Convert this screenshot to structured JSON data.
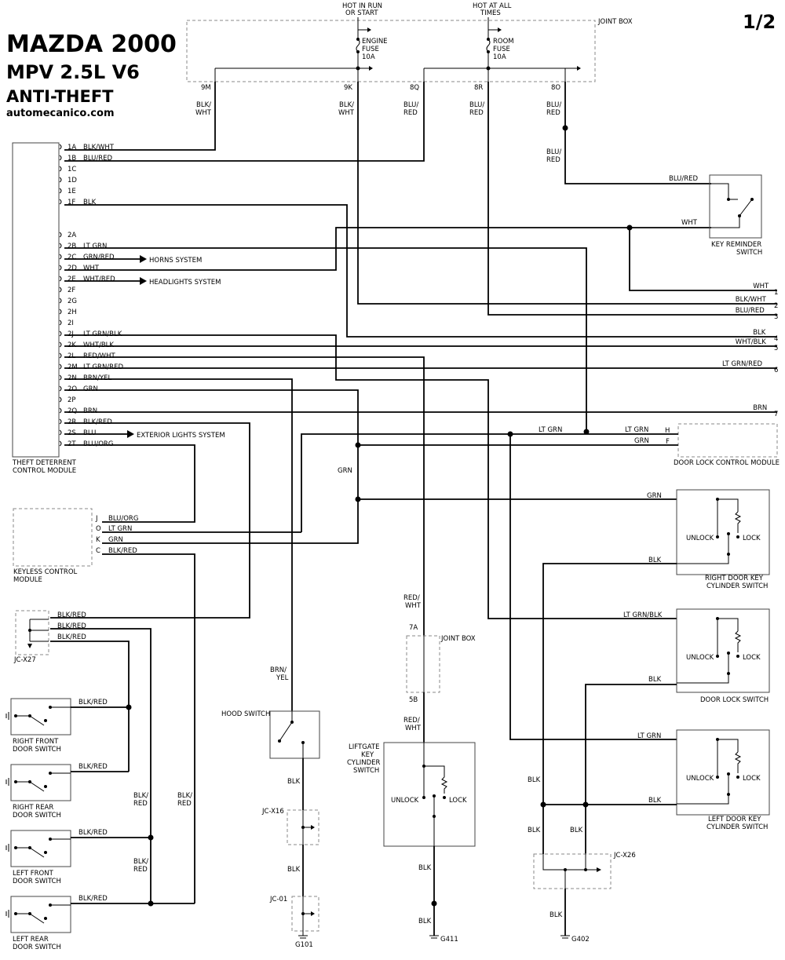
{
  "header": {
    "make": "MAZDA 2000",
    "model": "MPV 2.5L V6",
    "system": "ANTI-THEFT",
    "site": "automecanico.com",
    "page": "1/2"
  },
  "power": {
    "hot_run": [
      "HOT IN RUN",
      "OR START"
    ],
    "hot_all": [
      "HOT AT ALL",
      "TIMES"
    ],
    "joint_box": "JOINT BOX",
    "engine_fuse": [
      "ENGINE",
      "FUSE",
      "10A"
    ],
    "room_fuse": [
      "ROOM",
      "FUSE",
      "10A"
    ],
    "pins": [
      "9M",
      "9K",
      "8Q",
      "8R",
      "8O"
    ],
    "pin_wires": [
      [
        "BLK/",
        "WHT"
      ],
      [
        "BLK/",
        "WHT"
      ],
      [
        "BLU/",
        "RED"
      ],
      [
        "BLU/",
        "RED"
      ],
      [
        "BLU/",
        "RED"
      ]
    ],
    "blu_red_mid": [
      "BLU/",
      "RED"
    ]
  },
  "tdcm": {
    "label": [
      "THEFT DETERRENT",
      "CONTROL MODULE"
    ],
    "pins": [
      {
        "pin": "1A",
        "wire": "BLK/WHT"
      },
      {
        "pin": "1B",
        "wire": "BLU/RED"
      },
      {
        "pin": "1C",
        "wire": ""
      },
      {
        "pin": "1D",
        "wire": ""
      },
      {
        "pin": "1E",
        "wire": ""
      },
      {
        "pin": "1F",
        "wire": "BLK"
      },
      {
        "pin": "2A",
        "wire": ""
      },
      {
        "pin": "2B",
        "wire": "LT GRN"
      },
      {
        "pin": "2C",
        "wire": "GRN/RED"
      },
      {
        "pin": "2D",
        "wire": "WHT"
      },
      {
        "pin": "2E",
        "wire": "WHT/RED"
      },
      {
        "pin": "2F",
        "wire": ""
      },
      {
        "pin": "2G",
        "wire": ""
      },
      {
        "pin": "2H",
        "wire": ""
      },
      {
        "pin": "2I",
        "wire": ""
      },
      {
        "pin": "2J",
        "wire": "LT GRN/BLK"
      },
      {
        "pin": "2K",
        "wire": "WHT/BLK"
      },
      {
        "pin": "2L",
        "wire": "RED/WHT"
      },
      {
        "pin": "2M",
        "wire": "LT GRN/RED"
      },
      {
        "pin": "2N",
        "wire": "BRN/YEL"
      },
      {
        "pin": "2O",
        "wire": "GRN"
      },
      {
        "pin": "2P",
        "wire": ""
      },
      {
        "pin": "2Q",
        "wire": "BRN"
      },
      {
        "pin": "2R",
        "wire": "BLK/RED"
      },
      {
        "pin": "2S",
        "wire": "BLU"
      },
      {
        "pin": "2T",
        "wire": "BLU/ORG"
      }
    ],
    "horns": "HORNS SYSTEM",
    "headlights": "HEADLIGHTS SYSTEM",
    "exterior": "EXTERIOR LIGHTS SYSTEM"
  },
  "key_reminder": {
    "label": [
      "KEY REMINDER",
      "SWITCH"
    ],
    "wire_top": "BLU/RED",
    "wire_bottom": "WHT"
  },
  "outputs": [
    {
      "wire": "WHT",
      "num": "1"
    },
    {
      "wire": "BLK/WHT",
      "num": "2"
    },
    {
      "wire": "BLU/RED",
      "num": "3"
    },
    {
      "wire": "BLK",
      "num": "4"
    },
    {
      "wire": "WHT/BLK",
      "num": "5"
    },
    {
      "wire": "LT GRN/RED",
      "num": "6"
    },
    {
      "wire": "BRN",
      "num": "7"
    }
  ],
  "door_lock_module": {
    "label": "DOOR LOCK CONTROL MODULE",
    "pin_h": "H",
    "pin_f": "F",
    "wire_h1": "LT GRN",
    "wire_h2": "LT GRN",
    "wire_f": "GRN"
  },
  "grn_label": "GRN",
  "keyless": {
    "label": [
      "KEYLESS CONTROL",
      "MODULE"
    ],
    "pins": [
      {
        "pin": "J",
        "wire": "BLU/ORG"
      },
      {
        "pin": "O",
        "wire": "LT GRN"
      },
      {
        "pin": "K",
        "wire": "GRN"
      },
      {
        "pin": "C",
        "wire": "BLK/RED"
      }
    ]
  },
  "jcx27": {
    "label": "JC-X27",
    "wires": [
      "BLK/RED",
      "BLK/RED",
      "BLK/RED"
    ]
  },
  "door_switches": [
    {
      "label": [
        "RIGHT FRONT",
        "DOOR SWITCH"
      ],
      "wire": "BLK/RED"
    },
    {
      "label": [
        "RIGHT REAR",
        "DOOR SWITCH"
      ],
      "wire": "BLK/RED"
    },
    {
      "label": [
        "LEFT FRONT",
        "DOOR SWITCH"
      ],
      "wire": "BLK/RED"
    },
    {
      "label": [
        "LEFT REAR",
        "DOOR SWITCH"
      ],
      "wire": "BLK/RED"
    }
  ],
  "blk_red_vertical": [
    [
      "BLK/",
      "RED"
    ],
    [
      "BLK/",
      "RED"
    ],
    [
      "BLK/",
      "RED"
    ]
  ],
  "hood": {
    "label": "HOOD SWITCH",
    "wire_in": [
      "BRN/",
      "YEL"
    ],
    "wire_blk1": "BLK",
    "jc16": "JC-X16",
    "wire_blk2": "BLK",
    "jc01": "JC-01",
    "ground": "G101"
  },
  "liftgate": {
    "label": [
      "LIFTGATE",
      "KEY",
      "CYLINDER",
      "SWITCH"
    ],
    "wire_in": [
      "RED/",
      "WHT"
    ],
    "pin_7a": "7A",
    "pin_5b": "5B",
    "joint_box": "JOINT BOX",
    "wire_mid": [
      "RED/",
      "WHT"
    ],
    "unlock": "UNLOCK",
    "lock": "LOCK",
    "wire_blk1": "BLK",
    "wire_blk2": "BLK",
    "ground": "G411"
  },
  "right_key": {
    "label": [
      "RIGHT DOOR KEY",
      "CYLINDER SWITCH"
    ],
    "wire_top": "GRN",
    "wire_bottom": "BLK",
    "unlock": "UNLOCK",
    "lock": "LOCK"
  },
  "door_lock_switch": {
    "label": "DOOR LOCK SWITCH",
    "wire_top": "LT GRN/BLK",
    "wire_bottom": "BLK",
    "unlock": "UNLOCK",
    "lock": "LOCK"
  },
  "left_key": {
    "label": [
      "LEFT DOOR KEY",
      "CYLINDER SWITCH"
    ],
    "wire_top": "LT GRN",
    "wire_bottom": "BLK",
    "unlock": "UNLOCK",
    "lock": "LOCK"
  },
  "jcx26": {
    "label": "JC-X26",
    "wire_a": "BLK",
    "wire_b": "BLK",
    "wire_c": "BLK",
    "wire_out": "BLK",
    "ground": "G402"
  }
}
